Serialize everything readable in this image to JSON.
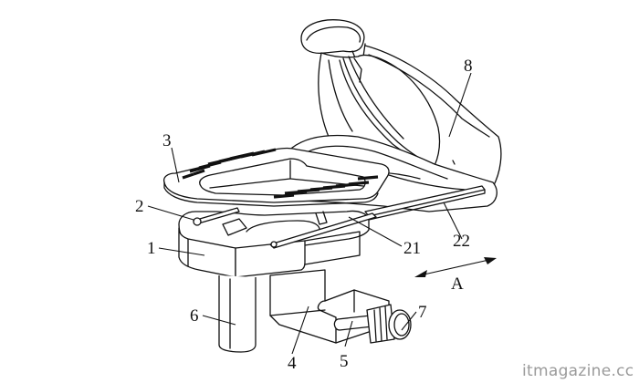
{
  "figure": {
    "type": "patent-line-drawing",
    "subject": "vehicle seat with sliding tray/console base assembly",
    "background": "#ffffff",
    "line_color": "#111111"
  },
  "labels": [
    {
      "id": "1",
      "text": "1",
      "part": "base body"
    },
    {
      "id": "2",
      "text": "2",
      "part": "slide rail"
    },
    {
      "id": "3",
      "text": "3",
      "part": "tray / top plate"
    },
    {
      "id": "4",
      "text": "4",
      "part": "lower bracket"
    },
    {
      "id": "5",
      "text": "5",
      "part": "shaft"
    },
    {
      "id": "6",
      "text": "6",
      "part": "support column"
    },
    {
      "id": "7",
      "text": "7",
      "part": "adjustment knob"
    },
    {
      "id": "8",
      "text": "8",
      "part": "seat"
    },
    {
      "id": "21",
      "text": "21",
      "part": "rail segment"
    },
    {
      "id": "22",
      "text": "22",
      "part": "extended rail"
    }
  ],
  "direction_arrow": {
    "text": "A",
    "style": "double-headed"
  },
  "watermark": {
    "text": "itmagazine.cc",
    "color": "#9a9a9a"
  }
}
